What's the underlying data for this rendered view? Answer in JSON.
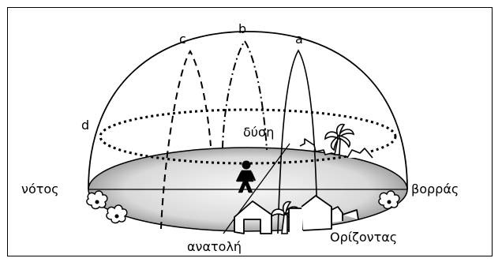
{
  "labels": {
    "south": "νότος",
    "north": "βορράς",
    "east": "ανατολή",
    "west": "δύση",
    "horizon": "Ορίζοντας",
    "path_a": "a",
    "path_b": "b",
    "path_c": "c",
    "path_d": "d"
  },
  "colors": {
    "line": "#000000",
    "ground_edge": "#8a8a8a",
    "ground_center": "#f2f2f2",
    "background": "#ffffff"
  }
}
